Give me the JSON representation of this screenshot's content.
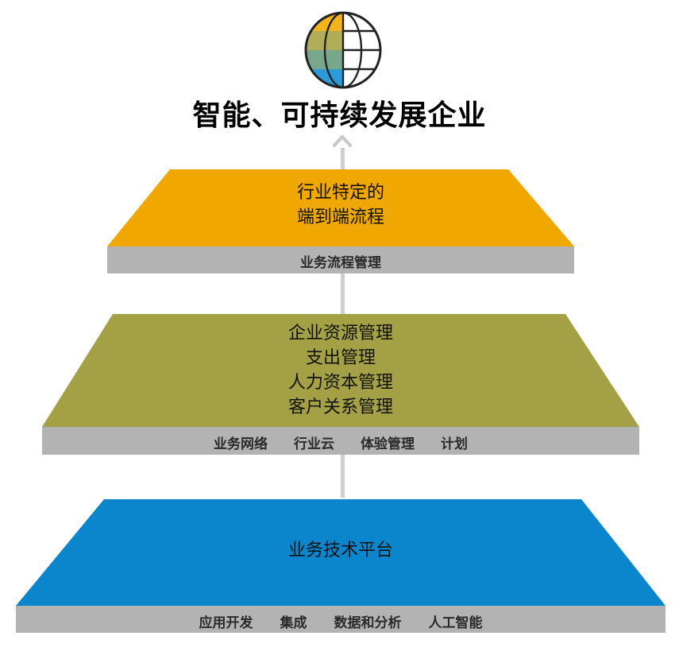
{
  "title": "智能、可持续发展企业",
  "colors": {
    "top_layer": "#f0a800",
    "middle_layer": "#a3a045",
    "bottom_layer": "#0b86cc",
    "bar": "#b3b3b3",
    "arrow": "#c8c8c8",
    "globe_bands": [
      "#f2b31b",
      "#b1ac58",
      "#78a88c",
      "#2a9ad8"
    ]
  },
  "icons": {
    "globe": "globe-icon",
    "arrow": "arrow-up-icon"
  },
  "layers": {
    "top": {
      "lines": [
        "行业特定的",
        "端到端流程"
      ],
      "bar_label": "业务流程管理"
    },
    "middle": {
      "lines": [
        "企业资源管理",
        "支出管理",
        "人力资本管理",
        "客户关系管理"
      ],
      "bar_items": [
        "业务网络",
        "行业云",
        "体验管理",
        "计划"
      ]
    },
    "bottom": {
      "label": "业务技术平台",
      "bar_items": [
        "应用开发",
        "集成",
        "数据和分析",
        "人工智能"
      ]
    }
  }
}
